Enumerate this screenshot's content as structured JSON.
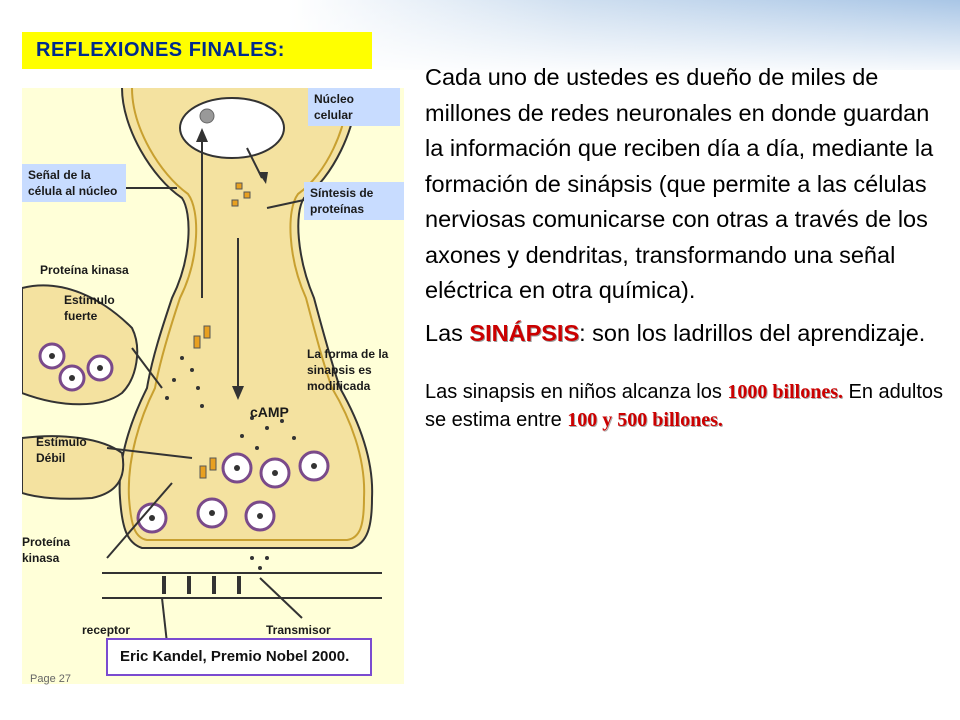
{
  "header": {
    "title": "REFLEXIONES FINALES:"
  },
  "figure": {
    "labels": {
      "nucleo": "Núcleo celular",
      "senal": "Señal de la célula al núcleo",
      "sintesis": "Síntesis de proteínas",
      "proteina_kinasa_top": "Proteína kinasa",
      "estimulo_fuerte": "Estímulo fuerte",
      "forma_sinapsis": "La forma de la sinapsis es modificada",
      "camp": "cAMP",
      "estimulo_debil": "Estímulo Débil",
      "proteina_kinasa_bottom": "Proteína kinasa",
      "receptor": "receptor",
      "transmisor": "Transmisor"
    },
    "credit": "Eric Kandel, Premio Nobel 2000."
  },
  "content": {
    "paragraph1": "Cada uno de ustedes es dueño de miles de millones de redes neuronales en donde guardan la información que reciben día a día, mediante la formación de sinápsis (que permite a las células nerviosas comunicarse con otras a través de los axones y dendritas, transformando una señal eléctrica en otra química).",
    "paragraph2": {
      "prefix": "Las ",
      "keyword": "SINÁPSIS",
      "suffix": ": son los ladrillos del aprendizaje."
    },
    "paragraph3": {
      "part1": "Las sinapsis en niños alcanza los ",
      "hi1": "1000 billones.",
      "part2": " En adultos se estima entre ",
      "hi2": "100 y 500 billones."
    }
  },
  "footer": {
    "page_label": "Page 27"
  },
  "colors": {
    "title_bg": "#ffff00",
    "title_text": "#002b8c",
    "highlight": "#cc0000",
    "label_box": "#c8dcff",
    "credit_border": "#7b4bd0"
  }
}
